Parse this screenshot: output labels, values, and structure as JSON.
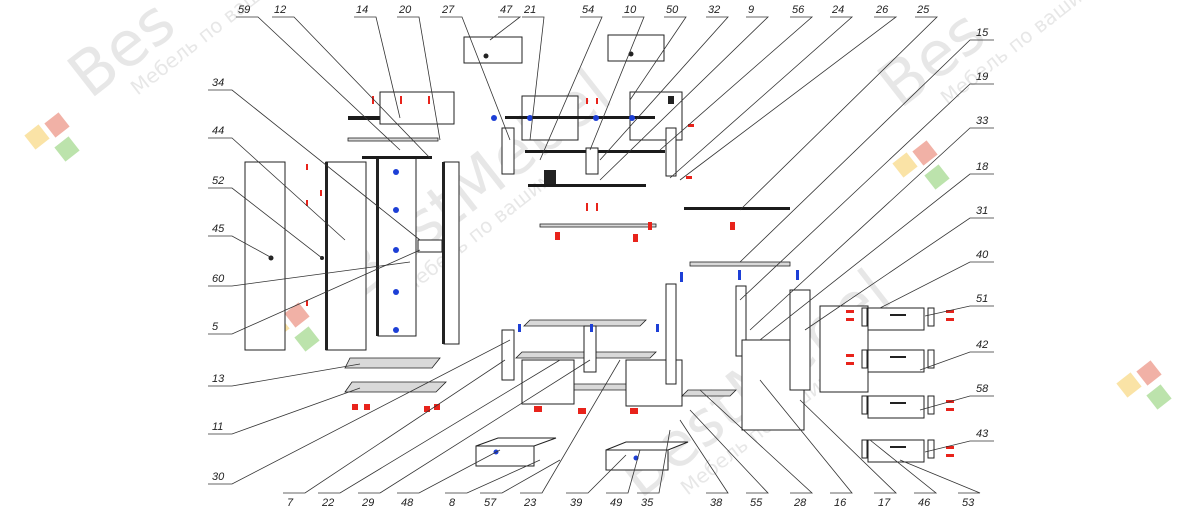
{
  "watermark": {
    "brand": "BestMebel",
    "brand_short": "Bes",
    "tagline": "Мебель по вашим",
    "colors": [
      "#f4c23c",
      "#e2553b",
      "#6cc24a",
      "#bdbdbd"
    ]
  },
  "diagram": {
    "type": "exploded-assembly",
    "top_labels": [
      "59",
      "12",
      "14",
      "20",
      "27",
      "47",
      "21",
      "54",
      "10",
      "50",
      "32",
      "9",
      "56",
      "24",
      "26",
      "25"
    ],
    "left_labels": [
      "34",
      "44",
      "52",
      "45",
      "60",
      "5",
      "13",
      "11",
      "30"
    ],
    "right_labels": [
      "15",
      "19",
      "33",
      "18",
      "31",
      "40",
      "51",
      "42",
      "58",
      "43"
    ],
    "bottom_labels": [
      "7",
      "22",
      "29",
      "48",
      "8",
      "57",
      "23",
      "39",
      "49",
      "35",
      "38",
      "55",
      "28",
      "16",
      "17",
      "46",
      "53"
    ],
    "line_color": "#222222",
    "fastener_colors": {
      "screws": "#e8231b",
      "dowels": "#1d3fd6"
    }
  }
}
